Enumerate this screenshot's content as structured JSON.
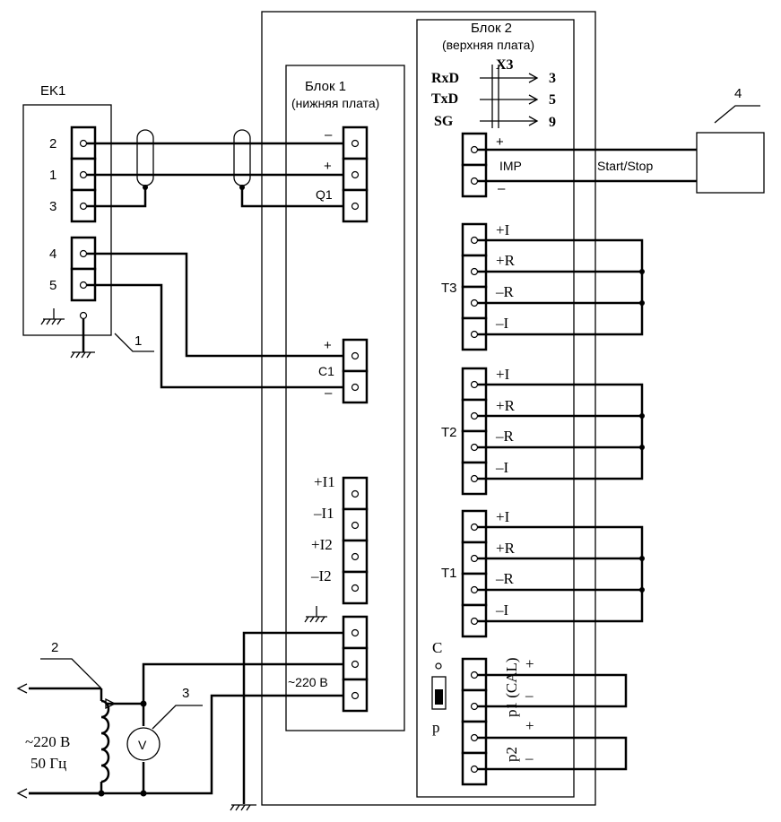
{
  "ek1": {
    "title": "EK1",
    "pins": [
      "2",
      "1",
      "3",
      "4",
      "5"
    ],
    "callout": "1"
  },
  "block1": {
    "title": "Блок 1",
    "subtitle": "(нижняя плата)",
    "q1": {
      "plus": "–",
      "minus": "+",
      "name": "Q1"
    },
    "c1": {
      "plus": "+",
      "name": "C1",
      "minus": "–"
    },
    "inputs": [
      "+I1",
      "–I1",
      "+I2",
      "–I2"
    ],
    "power_label": "~220 В"
  },
  "block2": {
    "title": "Блок 2",
    "subtitle": "(верхняя плата)",
    "x3": {
      "name": "X3",
      "signals": [
        "RxD",
        "TxD",
        "SG"
      ],
      "pins": [
        "3",
        "5",
        "9"
      ]
    },
    "imp": {
      "plus": "+",
      "name": "IMP",
      "minus": "–",
      "signal": "Start/Stop"
    },
    "channels": [
      {
        "name": "T3",
        "pins": [
          "+I",
          "+R",
          "–R",
          "–I"
        ]
      },
      {
        "name": "T2",
        "pins": [
          "+I",
          "+R",
          "–R",
          "–I"
        ]
      },
      {
        "name": "T1",
        "pins": [
          "+I",
          "+R",
          "–R",
          "–I"
        ]
      }
    ],
    "switch": {
      "top": "C",
      "bottom": "p"
    },
    "p1": {
      "label": "p1 (CAL)",
      "plus": "+",
      "minus": "–"
    },
    "p2": {
      "label": "p2",
      "plus": "+",
      "minus": "–"
    }
  },
  "device4": {
    "callout": "4"
  },
  "supply": {
    "callout": "2",
    "label_line1": "~220 В",
    "label_line2": "50 Гц"
  },
  "voltmeter": {
    "callout": "3",
    "symbol": "V"
  }
}
